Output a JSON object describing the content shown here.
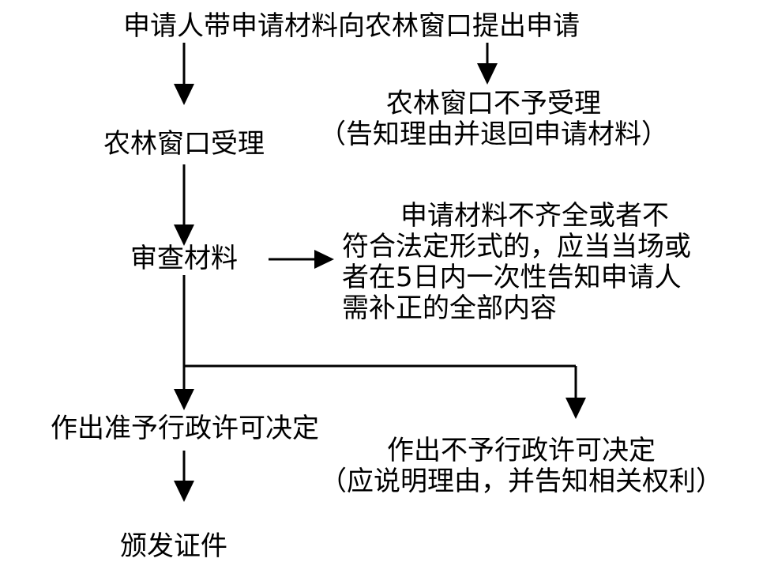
{
  "diagram": {
    "type": "flowchart",
    "nodes": {
      "apply": {
        "lines": [
          "申请人带申请材料向农林窗口提出申请"
        ]
      },
      "reject_accept": {
        "lines": [
          "农林窗口不予受理",
          "（告知理由并退回申请材料）"
        ]
      },
      "accept": {
        "lines": [
          "农林窗口受理"
        ]
      },
      "review": {
        "lines": [
          "审查材料"
        ]
      },
      "incomplete": {
        "lines": [
          "申请材料不齐全或者不",
          "符合法定形式的，应当当场或",
          "者在5日内一次性告知申请人",
          "需补正的全部内容"
        ]
      },
      "approve": {
        "lines": [
          "作出准予行政许可决定"
        ]
      },
      "deny": {
        "lines": [
          "作出不予行政许可决定",
          "（应说明理由，并告知相关权利）"
        ]
      },
      "issue": {
        "lines": [
          "颁发证件"
        ]
      }
    },
    "edges": [
      {
        "from": "apply",
        "to": "accept"
      },
      {
        "from": "apply",
        "to": "reject_accept"
      },
      {
        "from": "accept",
        "to": "review"
      },
      {
        "from": "review",
        "to": "incomplete"
      },
      {
        "from": "review",
        "to": "approve"
      },
      {
        "from": "review",
        "to": "deny"
      },
      {
        "from": "approve",
        "to": "issue"
      }
    ]
  }
}
